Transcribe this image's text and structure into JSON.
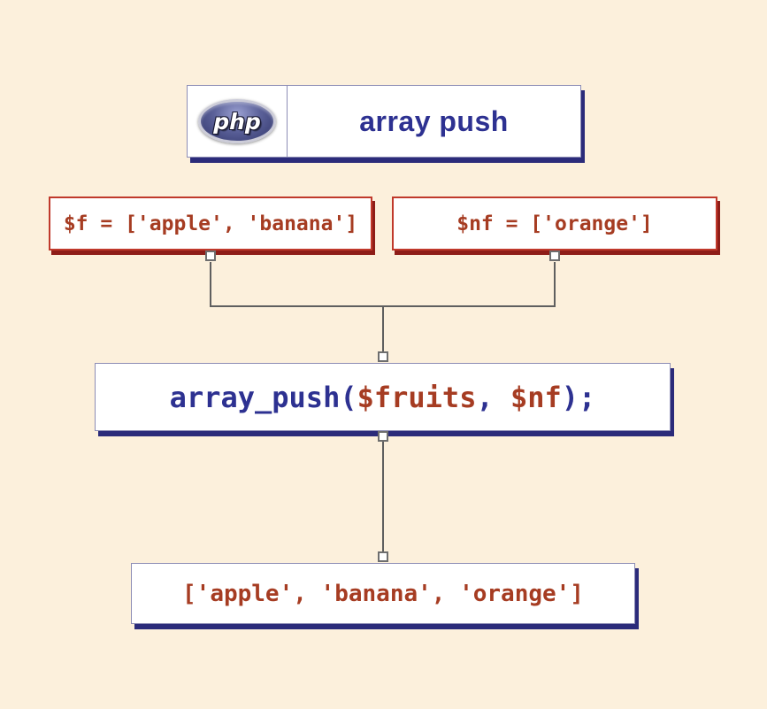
{
  "header": {
    "logo": "php",
    "title": "array push"
  },
  "inputs": {
    "left": "$f = ['apple', 'banana']",
    "right": "$nf = ['orange']"
  },
  "operation": {
    "segments": [
      {
        "text": "array_push",
        "color": "blue"
      },
      {
        "text": "(",
        "color": "blue"
      },
      {
        "text": "$fruits",
        "color": "red"
      },
      {
        "text": ", ",
        "color": "blue"
      },
      {
        "text": "$nf",
        "color": "red"
      },
      {
        "text": ");",
        "color": "blue"
      }
    ]
  },
  "result": "['apple', 'banana', 'orange']",
  "colors": {
    "background": "#fcf0dc",
    "blue": "#2d3191",
    "blue_shadow": "#2b2b7a",
    "red": "#a63c22",
    "red_border": "#c0392b",
    "red_shadow": "#8e1d18"
  }
}
